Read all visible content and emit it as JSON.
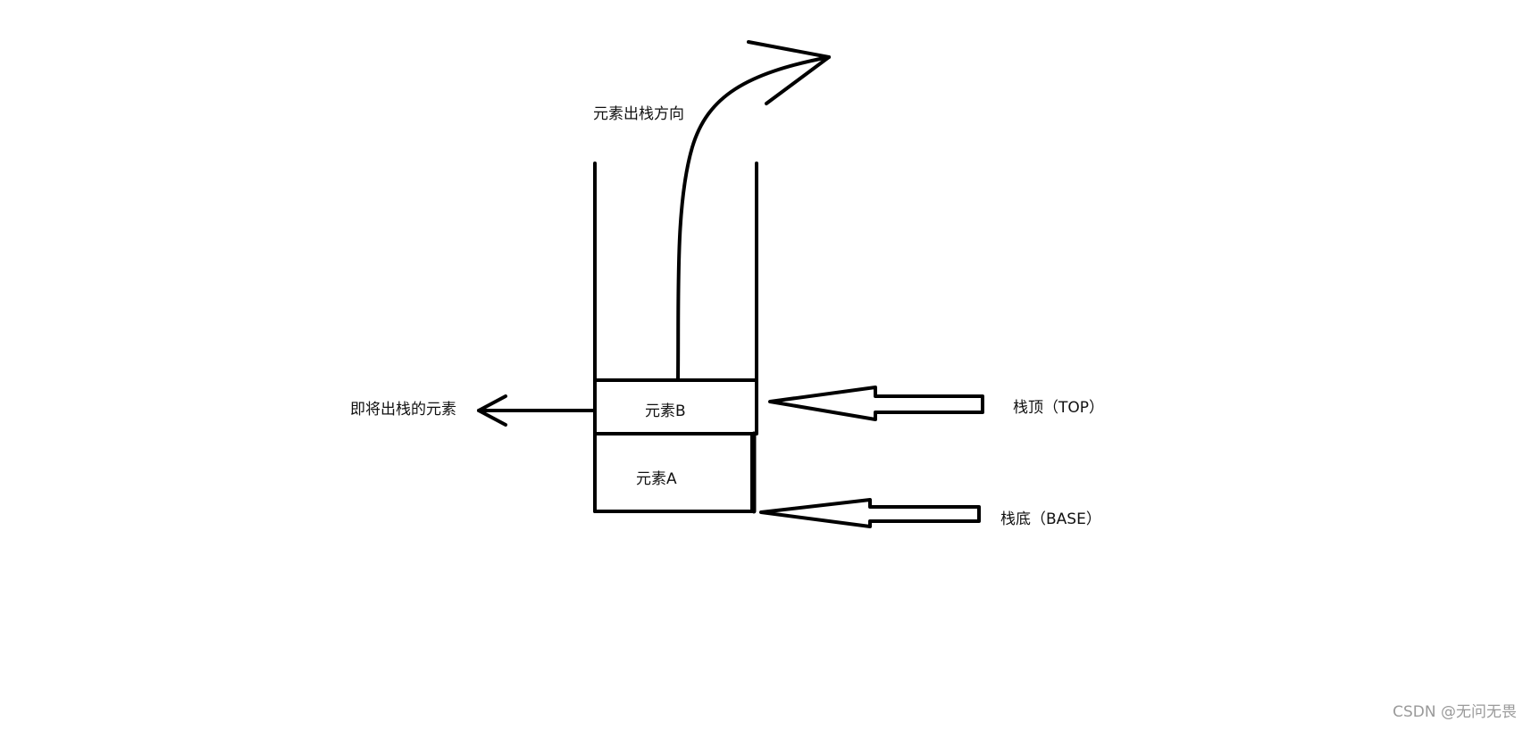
{
  "labels": {
    "pop_direction": "元素出栈方向",
    "about_to_pop": "即将出栈的元素",
    "element_b": "元素B",
    "element_a": "元素A",
    "stack_top": "栈顶（TOP）",
    "stack_base": "栈底（BASE）"
  },
  "watermark": "CSDN @无问无畏",
  "colors": {
    "stroke": "#000000",
    "text": "#111111",
    "watermark": "#9a9a9a",
    "background": "#ffffff"
  }
}
